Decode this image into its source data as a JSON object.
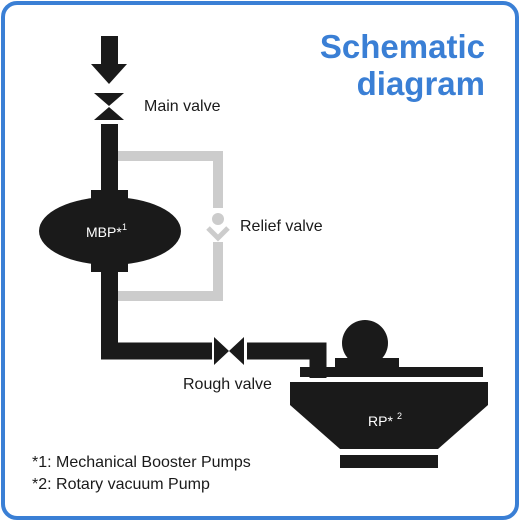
{
  "title": {
    "line1": "Schematic",
    "line2": "diagram"
  },
  "labels": {
    "main_valve": "Main valve",
    "relief_valve": "Relief valve",
    "rough_valve": "Rough valve",
    "mbp": "MBP*",
    "mbp_sup": "1",
    "rp": "RP*",
    "rp_sup": "2"
  },
  "footnotes": [
    "*1: Mechanical Booster Pumps",
    "*2: Rotary vacuum Pump"
  ],
  "colors": {
    "border": "#3a7fd5",
    "title": "#3a7fd5",
    "pipe_main": "#1a1a1a",
    "pipe_bypass": "#cccccc"
  }
}
